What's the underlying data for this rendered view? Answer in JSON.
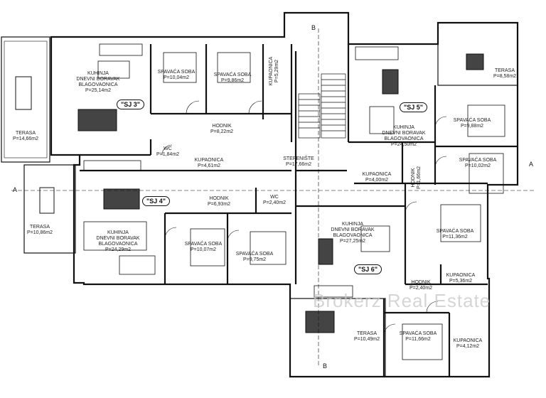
{
  "units": {
    "sj3": "\"SJ 3\"",
    "sj4": "\"SJ 4\"",
    "sj5": "\"SJ 5\"",
    "sj6": "\"SJ 6\""
  },
  "section_marks": {
    "b_top": "B",
    "b_bottom": "B",
    "a_left": "A",
    "a_right": "A"
  },
  "watermark": "Brokerz Real Estate",
  "rooms": [
    {
      "name": "TERASA",
      "area": "P=14,66m2"
    },
    {
      "name": "KUHINJA\nDNEVNI BORAVAK\nBLAGOVAONICA",
      "area": "P=25,14m2"
    },
    {
      "name": "SPAVAĆA SOBA",
      "area": "P=10,04m2"
    },
    {
      "name": "SPAVAĆA SOBA",
      "area": "P=9,86m2"
    },
    {
      "name": "KUPAONICA",
      "area": "P=5,29m2"
    },
    {
      "name": "HODNIK",
      "area": "P=8,22m2"
    },
    {
      "name": "WC",
      "area": "P=1,84m2"
    },
    {
      "name": "KUPAONICA",
      "area": "P=4,61m2"
    },
    {
      "name": "STEPENIŠTE",
      "area": "P=17,66m2"
    },
    {
      "name": "TERASA",
      "area": "P=8,58m2"
    },
    {
      "name": "KUHINJA\nDNEVNI BORAVAK\nBLAGOVAONICA",
      "area": "P=24,50m2"
    },
    {
      "name": "SPAVAĆA SOBA",
      "area": "P=9,88m2"
    },
    {
      "name": "SPAVAĆA SOBA",
      "area": "P=10,02m2"
    },
    {
      "name": "KUPAONICA",
      "area": "P=4,00m2"
    },
    {
      "name": "HODNIK",
      "area": "P=1,66m2"
    },
    {
      "name": "TERASA",
      "area": "P=10,86m2"
    },
    {
      "name": "KUHINJA\nDNEVNI BORAVAK\nBLAGOVAONICA",
      "area": "P=24,29m2"
    },
    {
      "name": "HODNIK",
      "area": "P=6,93m2"
    },
    {
      "name": "WC",
      "area": "P=2,40m2"
    },
    {
      "name": "SPAVAĆA SOBA",
      "area": "P=10,07m2"
    },
    {
      "name": "SPAVAĆA SOBA",
      "area": "P=9,75m2"
    },
    {
      "name": "KUHINJA\nDNEVNI BORAVAK\nBLAGOVAONICA",
      "area": "P=27,25m2"
    },
    {
      "name": "SPAVAĆA SOBA",
      "area": "P=11,36m2"
    },
    {
      "name": "HODNIK",
      "area": "P=2,40m2"
    },
    {
      "name": "KUPAONICA",
      "area": "P=5,36m2"
    },
    {
      "name": "TERASA",
      "area": "P=10,49m2"
    },
    {
      "name": "SPAVAĆA SOBA",
      "area": "P=11,66m2"
    },
    {
      "name": "KUPAONICA",
      "area": "P=4,12m2"
    }
  ]
}
